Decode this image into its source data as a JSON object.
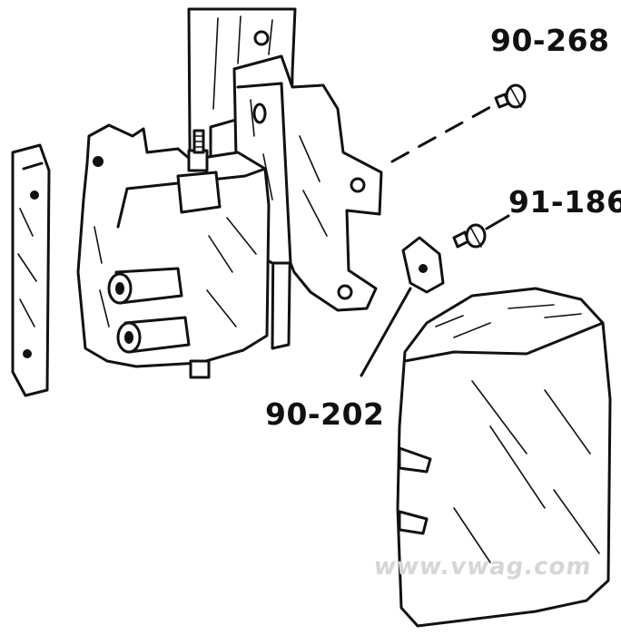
{
  "parts": [
    {
      "id": "90-268",
      "label": "90-268"
    },
    {
      "id": "91-186",
      "label": "91-186"
    },
    {
      "id": "90-202",
      "label": "90-202"
    }
  ],
  "watermark": "www.vwag.com",
  "colors": {
    "ink": "#111111",
    "paper": "#ffffff",
    "watermark": "#d6d6d6"
  }
}
